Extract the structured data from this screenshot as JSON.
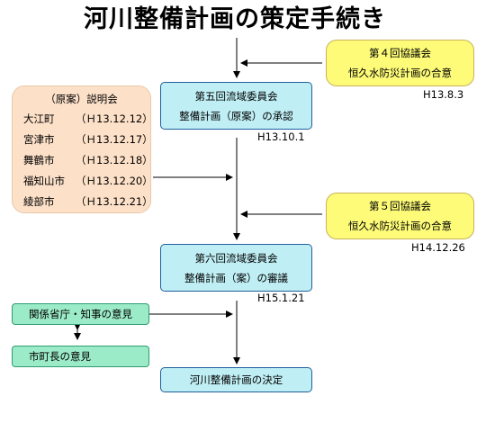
{
  "title": "河川整備計画の策定手続き",
  "boxes": {
    "meeting5_line1": "第五回流域委員会",
    "meeting5_line2": "整備計画（原案）の承認",
    "meeting5_date": "H13.10.1",
    "kyogi4_line1": "第４回協議会",
    "kyogi4_line2": "恒久水防災計画の合意",
    "kyogi4_date": "H13.8.3",
    "kyogi5_line1": "第５回協議会",
    "kyogi5_line2": "恒久水防災計画の合意",
    "kyogi5_date": "H14.12.26",
    "meeting6_line1": "第六回流域委員会",
    "meeting6_line2": "整備計画（案）の審議",
    "meeting6_date": "H15.1.21",
    "ministry": "関係省庁・知事の意見",
    "mayor": "市町長の意見",
    "final": "河川整備計画の決定"
  },
  "briefing": {
    "heading": "（原案）説明会",
    "rows": [
      {
        "city": "大江町",
        "date": "（Ｈ13.12.12）"
      },
      {
        "city": "宮津市",
        "date": "（Ｈ13.12.17）"
      },
      {
        "city": "舞鶴市",
        "date": "（Ｈ13.12.18）"
      },
      {
        "city": "福知山市",
        "date": "（Ｈ13.12.20）"
      },
      {
        "city": "綾部市",
        "date": "（Ｈ13.12.21）"
      }
    ]
  },
  "colors": {
    "cyan_box": "#bfeef4",
    "yellow_box": "#fdfb78",
    "green_box": "#9cebc8",
    "peach_box": "#fce0c8"
  }
}
